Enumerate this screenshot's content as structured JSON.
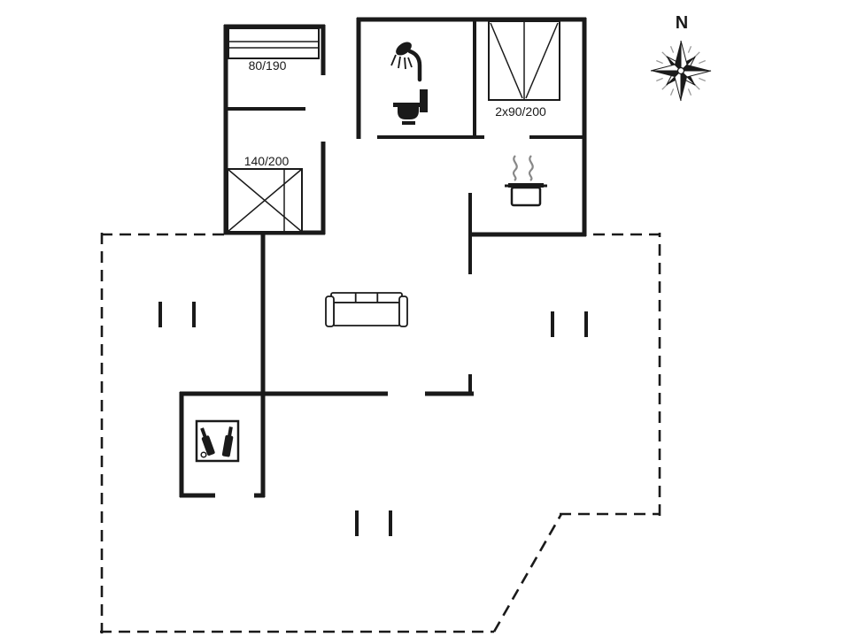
{
  "page": {
    "type": "floor-plan",
    "background": "#ffffff",
    "line_color": "#1a1a1a",
    "steam_color": "#888888"
  },
  "compass": {
    "north_label": "N"
  },
  "labels": {
    "bed_single": "80/190",
    "bed_double": "140/200",
    "bed_twin": "2x90/200"
  },
  "icons": [
    "shower-icon",
    "toilet-icon",
    "stove-pot-icon",
    "sofa-icon",
    "wine-storage-icon",
    "compass-rose-icon",
    "window-mark"
  ]
}
